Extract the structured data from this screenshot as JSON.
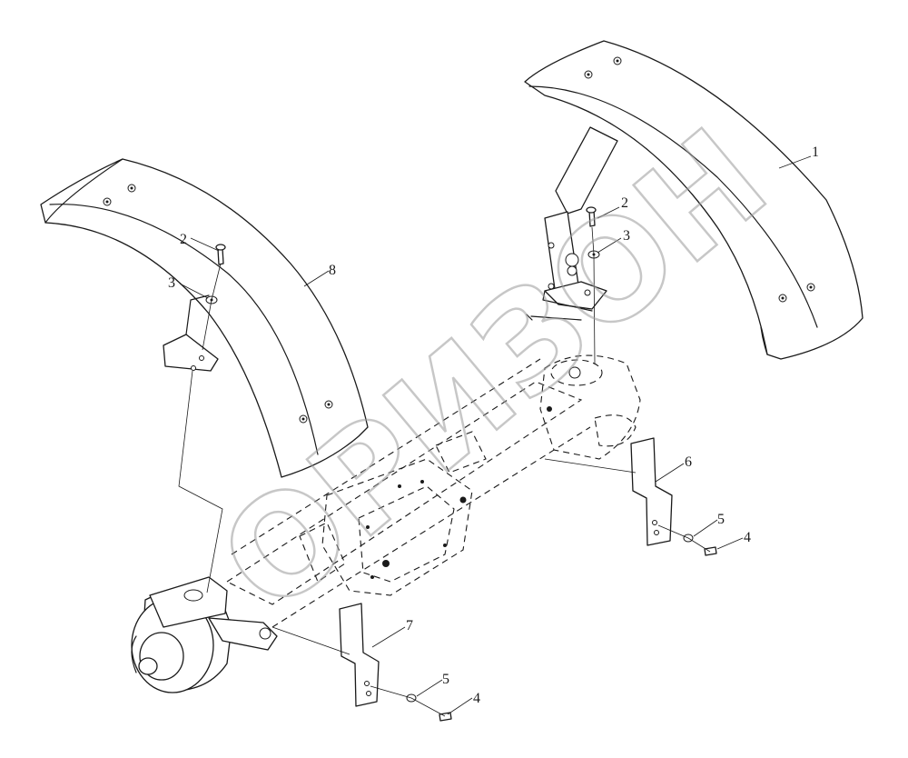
{
  "watermark": "ОРИЗОН",
  "callouts": [
    {
      "id": "1",
      "text": "1"
    },
    {
      "id": "2a",
      "text": "2"
    },
    {
      "id": "2b",
      "text": "2"
    },
    {
      "id": "3a",
      "text": "3"
    },
    {
      "id": "3b",
      "text": "3"
    },
    {
      "id": "4a",
      "text": "4"
    },
    {
      "id": "4b",
      "text": "4"
    },
    {
      "id": "5a",
      "text": "5"
    },
    {
      "id": "5b",
      "text": "5"
    },
    {
      "id": "6",
      "text": "6"
    },
    {
      "id": "7",
      "text": "7"
    },
    {
      "id": "8",
      "text": "8"
    }
  ],
  "colors": {
    "line": "#1a1a1a",
    "watermark": "#9a9a9a",
    "background": "#ffffff"
  }
}
